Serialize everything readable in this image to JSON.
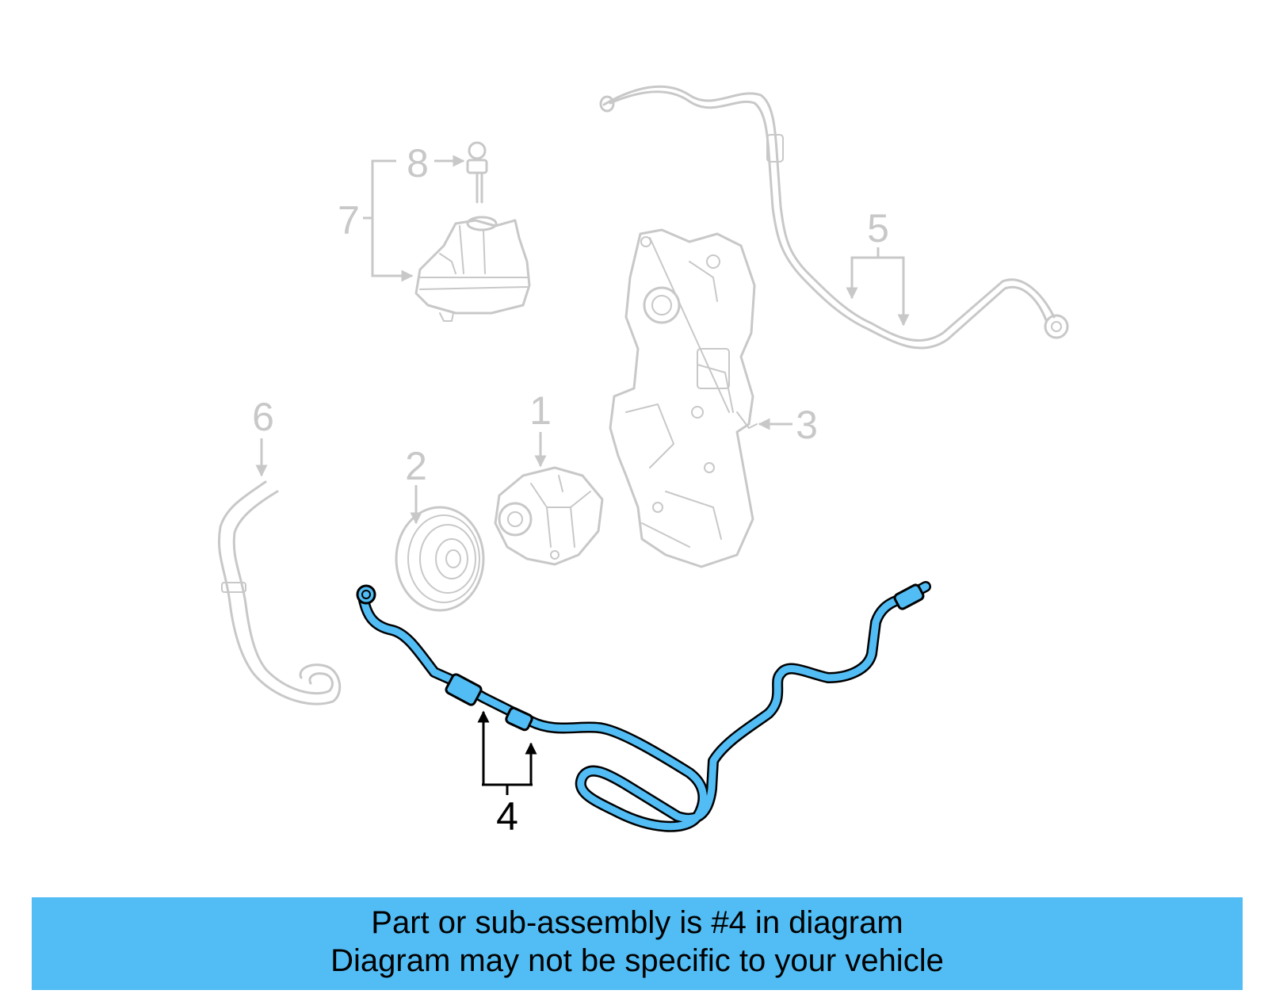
{
  "diagram": {
    "callouts": {
      "c1": "1",
      "c2": "2",
      "c3": "3",
      "c4": "4",
      "c5": "5",
      "c6": "6",
      "c7": "7",
      "c8": "8"
    },
    "highlight_color": "#52bdf4",
    "ghost_color": "#c8c8c8"
  },
  "caption": {
    "line1": "Part or sub-assembly is #4 in diagram",
    "line2": "Diagram may not be specific to your vehicle",
    "background": "#52bdf4"
  }
}
